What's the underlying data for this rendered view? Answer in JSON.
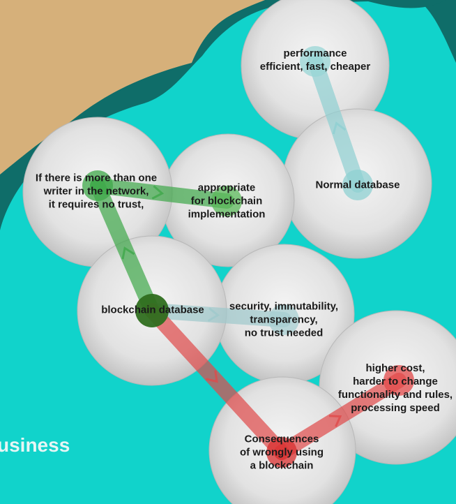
{
  "nodes": [
    {
      "id": "perf",
      "text": "performance\nefficient, fast, cheaper"
    },
    {
      "id": "normal",
      "text": "Normal database"
    },
    {
      "id": "writer",
      "text": "If there is more than one\nwriter in the network,\nit requires no trust,"
    },
    {
      "id": "appropriate",
      "text": "appropriate\nfor blockchain\nimplementation"
    },
    {
      "id": "bcdb",
      "text": "blockchain database"
    },
    {
      "id": "security",
      "text": "security, immutability,\ntransparency,\nno trust needed"
    },
    {
      "id": "cost",
      "text": "higher cost,\nharder to change\nfunctionality and rules,\nprocessing speed"
    },
    {
      "id": "conseq",
      "text": "Consequences\nof wrongly using\na blockchain"
    }
  ],
  "edges": [
    {
      "from": "normal",
      "to": "perf",
      "color": "#8fd0d2"
    },
    {
      "from": "writer",
      "to": "appropriate",
      "color": "#3fa84a"
    },
    {
      "from": "bcdb",
      "to": "writer",
      "color": "#3fa84a"
    },
    {
      "from": "bcdb",
      "to": "security",
      "color": "#9fc9cc"
    },
    {
      "from": "bcdb",
      "to": "conseq",
      "color": "#e04a4a"
    },
    {
      "from": "conseq",
      "to": "cost",
      "color": "#e04a4a"
    }
  ],
  "corner_text": "usiness",
  "colors": {
    "background": "#11d3cb",
    "dark_teal": "#0f6d69",
    "tan": "#d6b07a",
    "bubble": "#e4e4e4"
  }
}
